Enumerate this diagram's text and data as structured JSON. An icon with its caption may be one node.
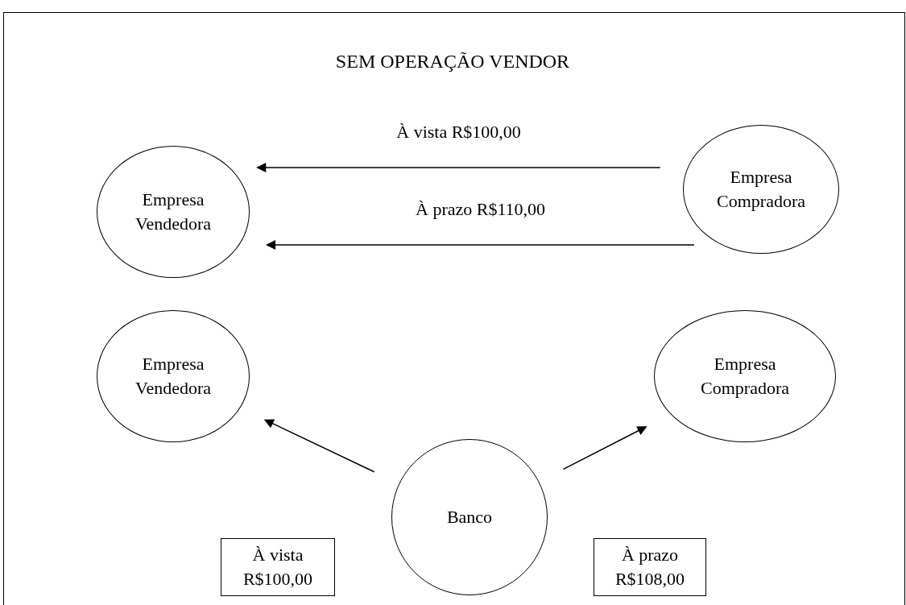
{
  "diagram": {
    "title": "SEM OPERAÇÃO VENDOR",
    "nodes": [
      {
        "text": [
          "Empresa Vendedora"
        ]
      },
      {
        "text": [
          "Empresa Compradora"
        ]
      },
      {
        "text": [
          "Empresa Vendedora"
        ]
      },
      {
        "text": [
          "Empresa Compradora"
        ]
      },
      {
        "text": [
          "Banco"
        ]
      },
      {
        "text": [
          "À vista R$100,00"
        ]
      },
      {
        "text": [
          "À prazo R$108,00"
        ]
      }
    ],
    "edges": [
      {
        "from": 1,
        "to": 0,
        "arrow": "to",
        "label": "À vista R$100,00"
      },
      {
        "from": 1,
        "to": 0,
        "arrow": "to",
        "label": "À prazo R$110,00"
      },
      {
        "from": 4,
        "to": 2,
        "arrow": "to"
      },
      {
        "from": 4,
        "to": 3,
        "arrow": "to"
      }
    ]
  }
}
